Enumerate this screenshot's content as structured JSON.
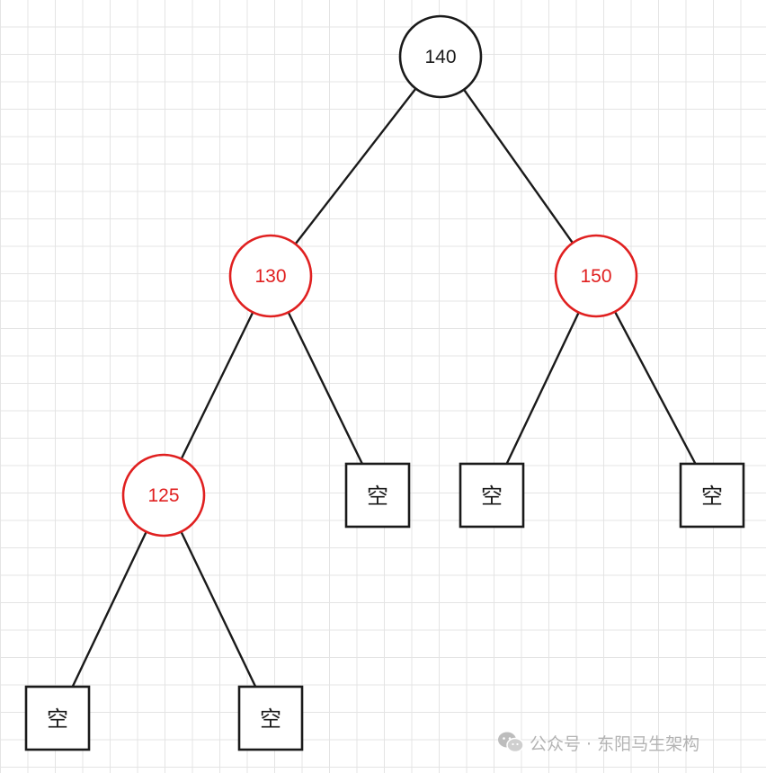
{
  "diagram": {
    "type": "binary-tree",
    "colors": {
      "black_node": "#1a1a1a",
      "red_node": "#e02020",
      "edge": "#1a1a1a",
      "grid": "#e4e4e4"
    },
    "nodes": [
      {
        "id": "n140",
        "label": "140",
        "kind": "circle",
        "color": "black"
      },
      {
        "id": "n130",
        "label": "130",
        "kind": "circle",
        "color": "red"
      },
      {
        "id": "n150",
        "label": "150",
        "kind": "circle",
        "color": "red"
      },
      {
        "id": "n125",
        "label": "125",
        "kind": "circle",
        "color": "red"
      },
      {
        "id": "nil_130_r",
        "label": "空",
        "kind": "leaf",
        "color": "black"
      },
      {
        "id": "nil_150_l",
        "label": "空",
        "kind": "leaf",
        "color": "black"
      },
      {
        "id": "nil_150_r",
        "label": "空",
        "kind": "leaf",
        "color": "black"
      },
      {
        "id": "nil_125_l",
        "label": "空",
        "kind": "leaf",
        "color": "black"
      },
      {
        "id": "nil_125_r",
        "label": "空",
        "kind": "leaf",
        "color": "black"
      }
    ],
    "edges": [
      [
        "n140",
        "n130"
      ],
      [
        "n140",
        "n150"
      ],
      [
        "n130",
        "n125"
      ],
      [
        "n130",
        "nil_130_r"
      ],
      [
        "n150",
        "nil_150_l"
      ],
      [
        "n150",
        "nil_150_r"
      ],
      [
        "n125",
        "nil_125_l"
      ],
      [
        "n125",
        "nil_125_r"
      ]
    ]
  },
  "watermark": {
    "icon": "wechat-icon",
    "text": "公众号 · 东阳马生架构"
  }
}
